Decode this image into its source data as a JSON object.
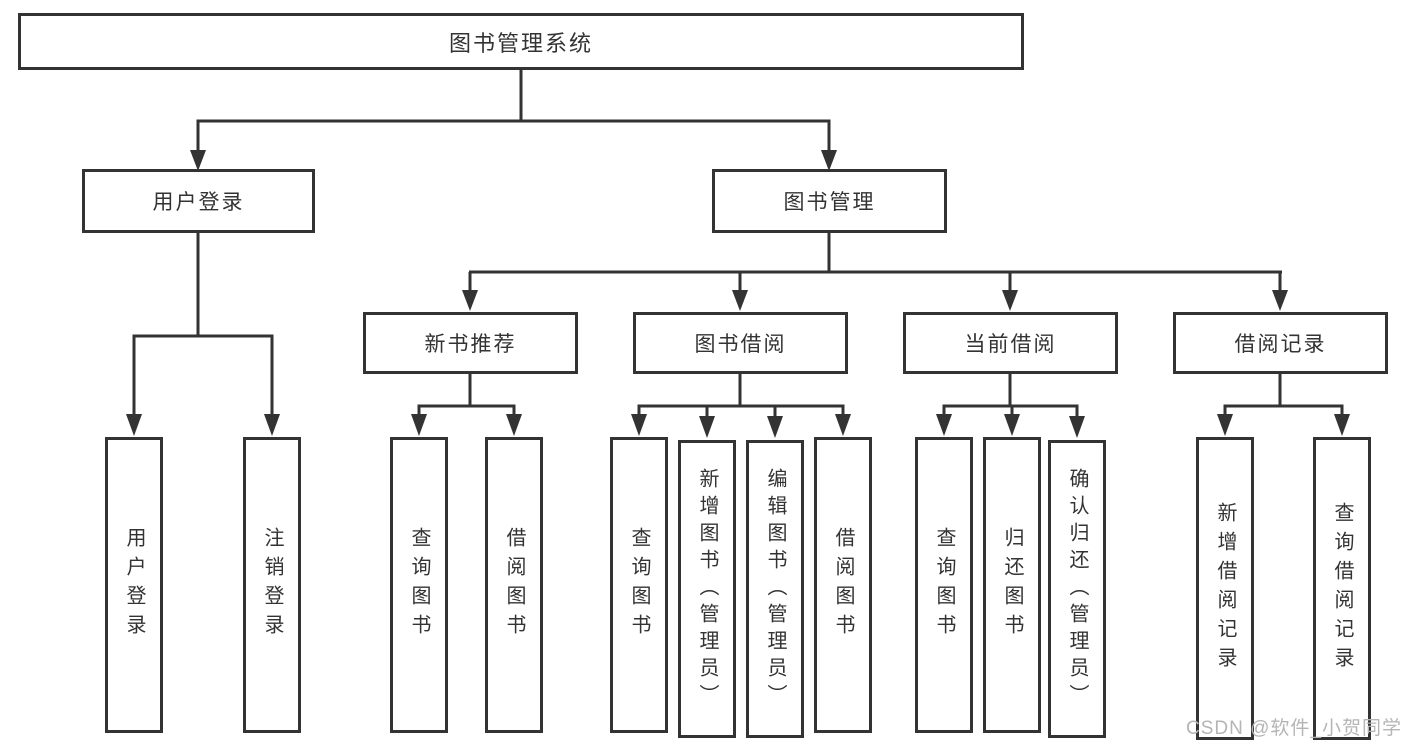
{
  "tree": {
    "root": {
      "label": "图书管理系统",
      "children": [
        {
          "label": "用户登录",
          "children": [
            {
              "label": "用户登录"
            },
            {
              "label": "注销登录"
            }
          ]
        },
        {
          "label": "图书管理",
          "children": [
            {
              "label": "新书推荐",
              "children": [
                {
                  "label": "查询图书"
                },
                {
                  "label": "借阅图书"
                }
              ]
            },
            {
              "label": "图书借阅",
              "children": [
                {
                  "label": "查询图书"
                },
                {
                  "label": "新增图书（管理员）"
                },
                {
                  "label": "编辑图书（管理员）"
                },
                {
                  "label": "借阅图书"
                }
              ]
            },
            {
              "label": "当前借阅",
              "children": [
                {
                  "label": "查询图书"
                },
                {
                  "label": "归还图书"
                },
                {
                  "label": "确认归还（管理员）"
                }
              ]
            },
            {
              "label": "借阅记录",
              "children": [
                {
                  "label": "新增借阅记录"
                },
                {
                  "label": "查询借阅记录"
                }
              ]
            }
          ]
        }
      ]
    }
  },
  "watermark": {
    "text": "CSDN @软件_小贺同学"
  },
  "colors": {
    "line": "#333333",
    "box_border": "#333333",
    "box_bg": "#ffffff",
    "text": "#333333",
    "watermark": "#b5b5b5",
    "background": "#ffffff"
  }
}
